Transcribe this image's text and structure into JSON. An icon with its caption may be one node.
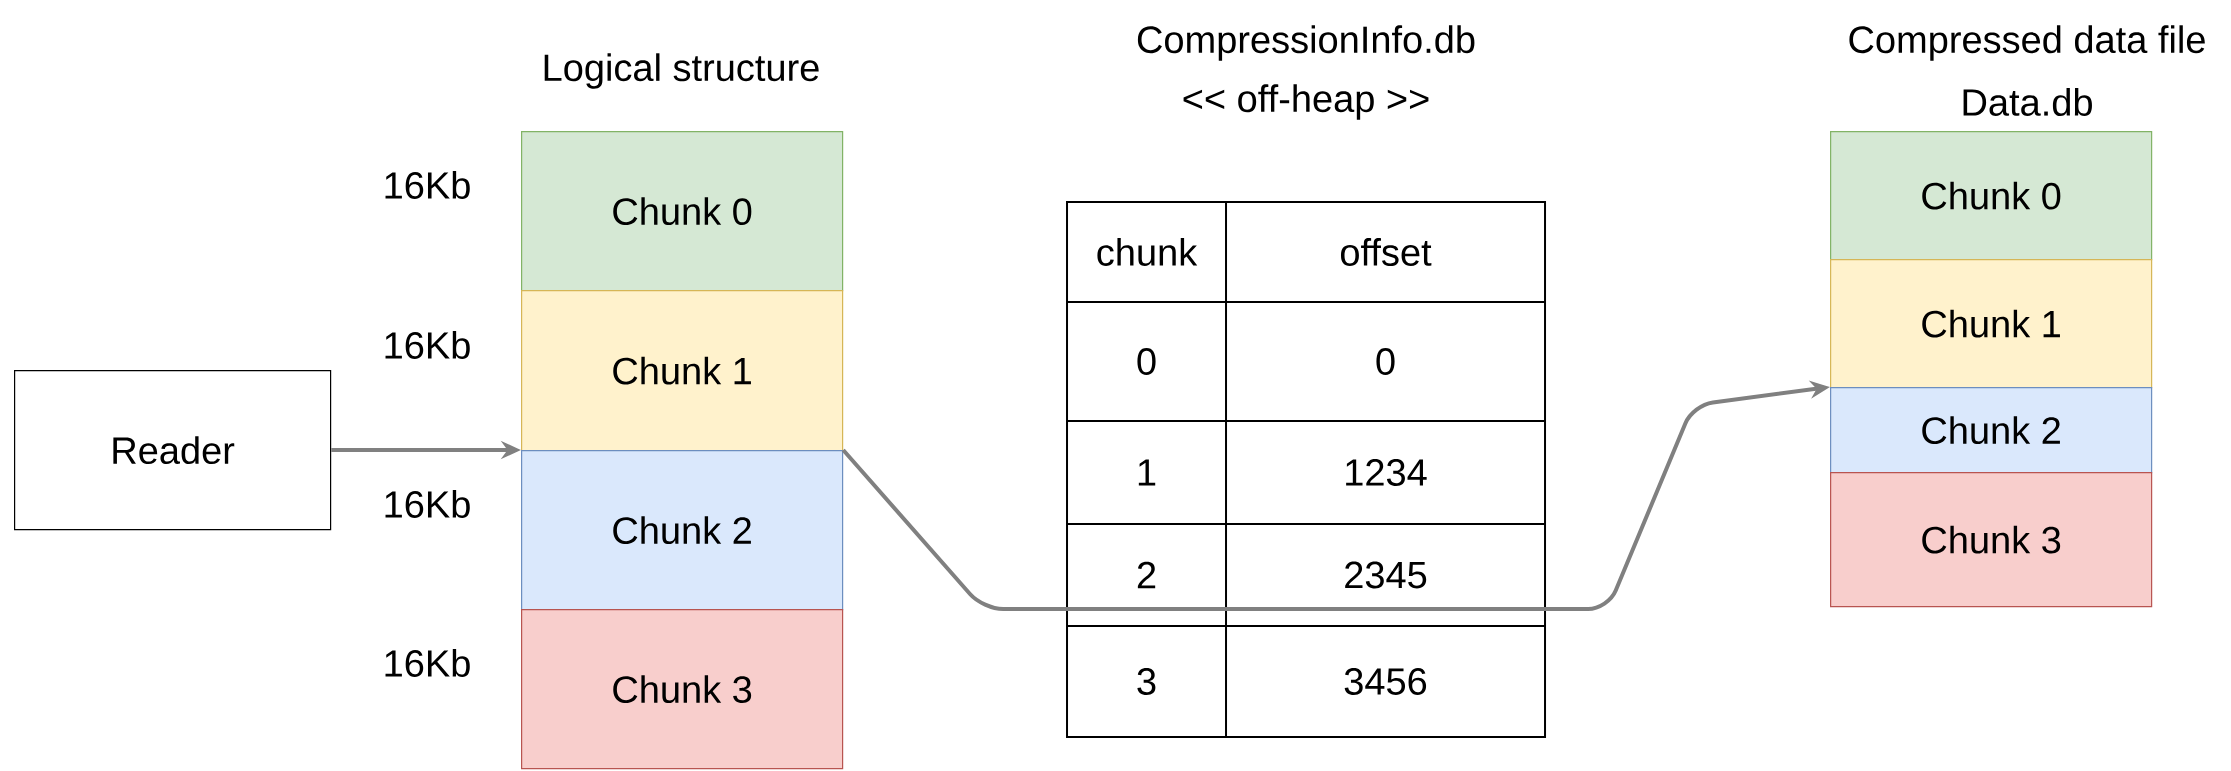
{
  "diagram": {
    "nodes": [
      {
        "text": [
          "Reader"
        ]
      },
      {
        "text": [
          "Chunk 0"
        ],
        "beside": [
          "16Kb"
        ]
      },
      {
        "text": [
          "Chunk 1"
        ],
        "beside": [
          "16Kb"
        ]
      },
      {
        "text": [
          "Chunk 2"
        ],
        "beside": [
          "16Kb"
        ]
      },
      {
        "text": [
          "Chunk 3"
        ],
        "beside": [
          "16Kb"
        ]
      },
      {
        "text": [
          "Chunk 0"
        ]
      },
      {
        "text": [
          "Chunk 1"
        ]
      },
      {
        "text": [
          "Chunk 2"
        ]
      },
      {
        "text": [
          "Chunk 3"
        ]
      }
    ],
    "edges": [
      {
        "from": 0,
        "to": 3,
        "arrow": "to"
      },
      {
        "from": 3,
        "to": 7,
        "arrow": "to"
      }
    ],
    "labels": [
      "Logical structure",
      "CompressionInfo.db",
      "<< off-heap >>",
      "Compressed data file",
      "Data.db",
      "chunk",
      "offset",
      "0",
      "0",
      "1",
      "1234",
      "2",
      "2345",
      "3",
      "3456"
    ]
  }
}
